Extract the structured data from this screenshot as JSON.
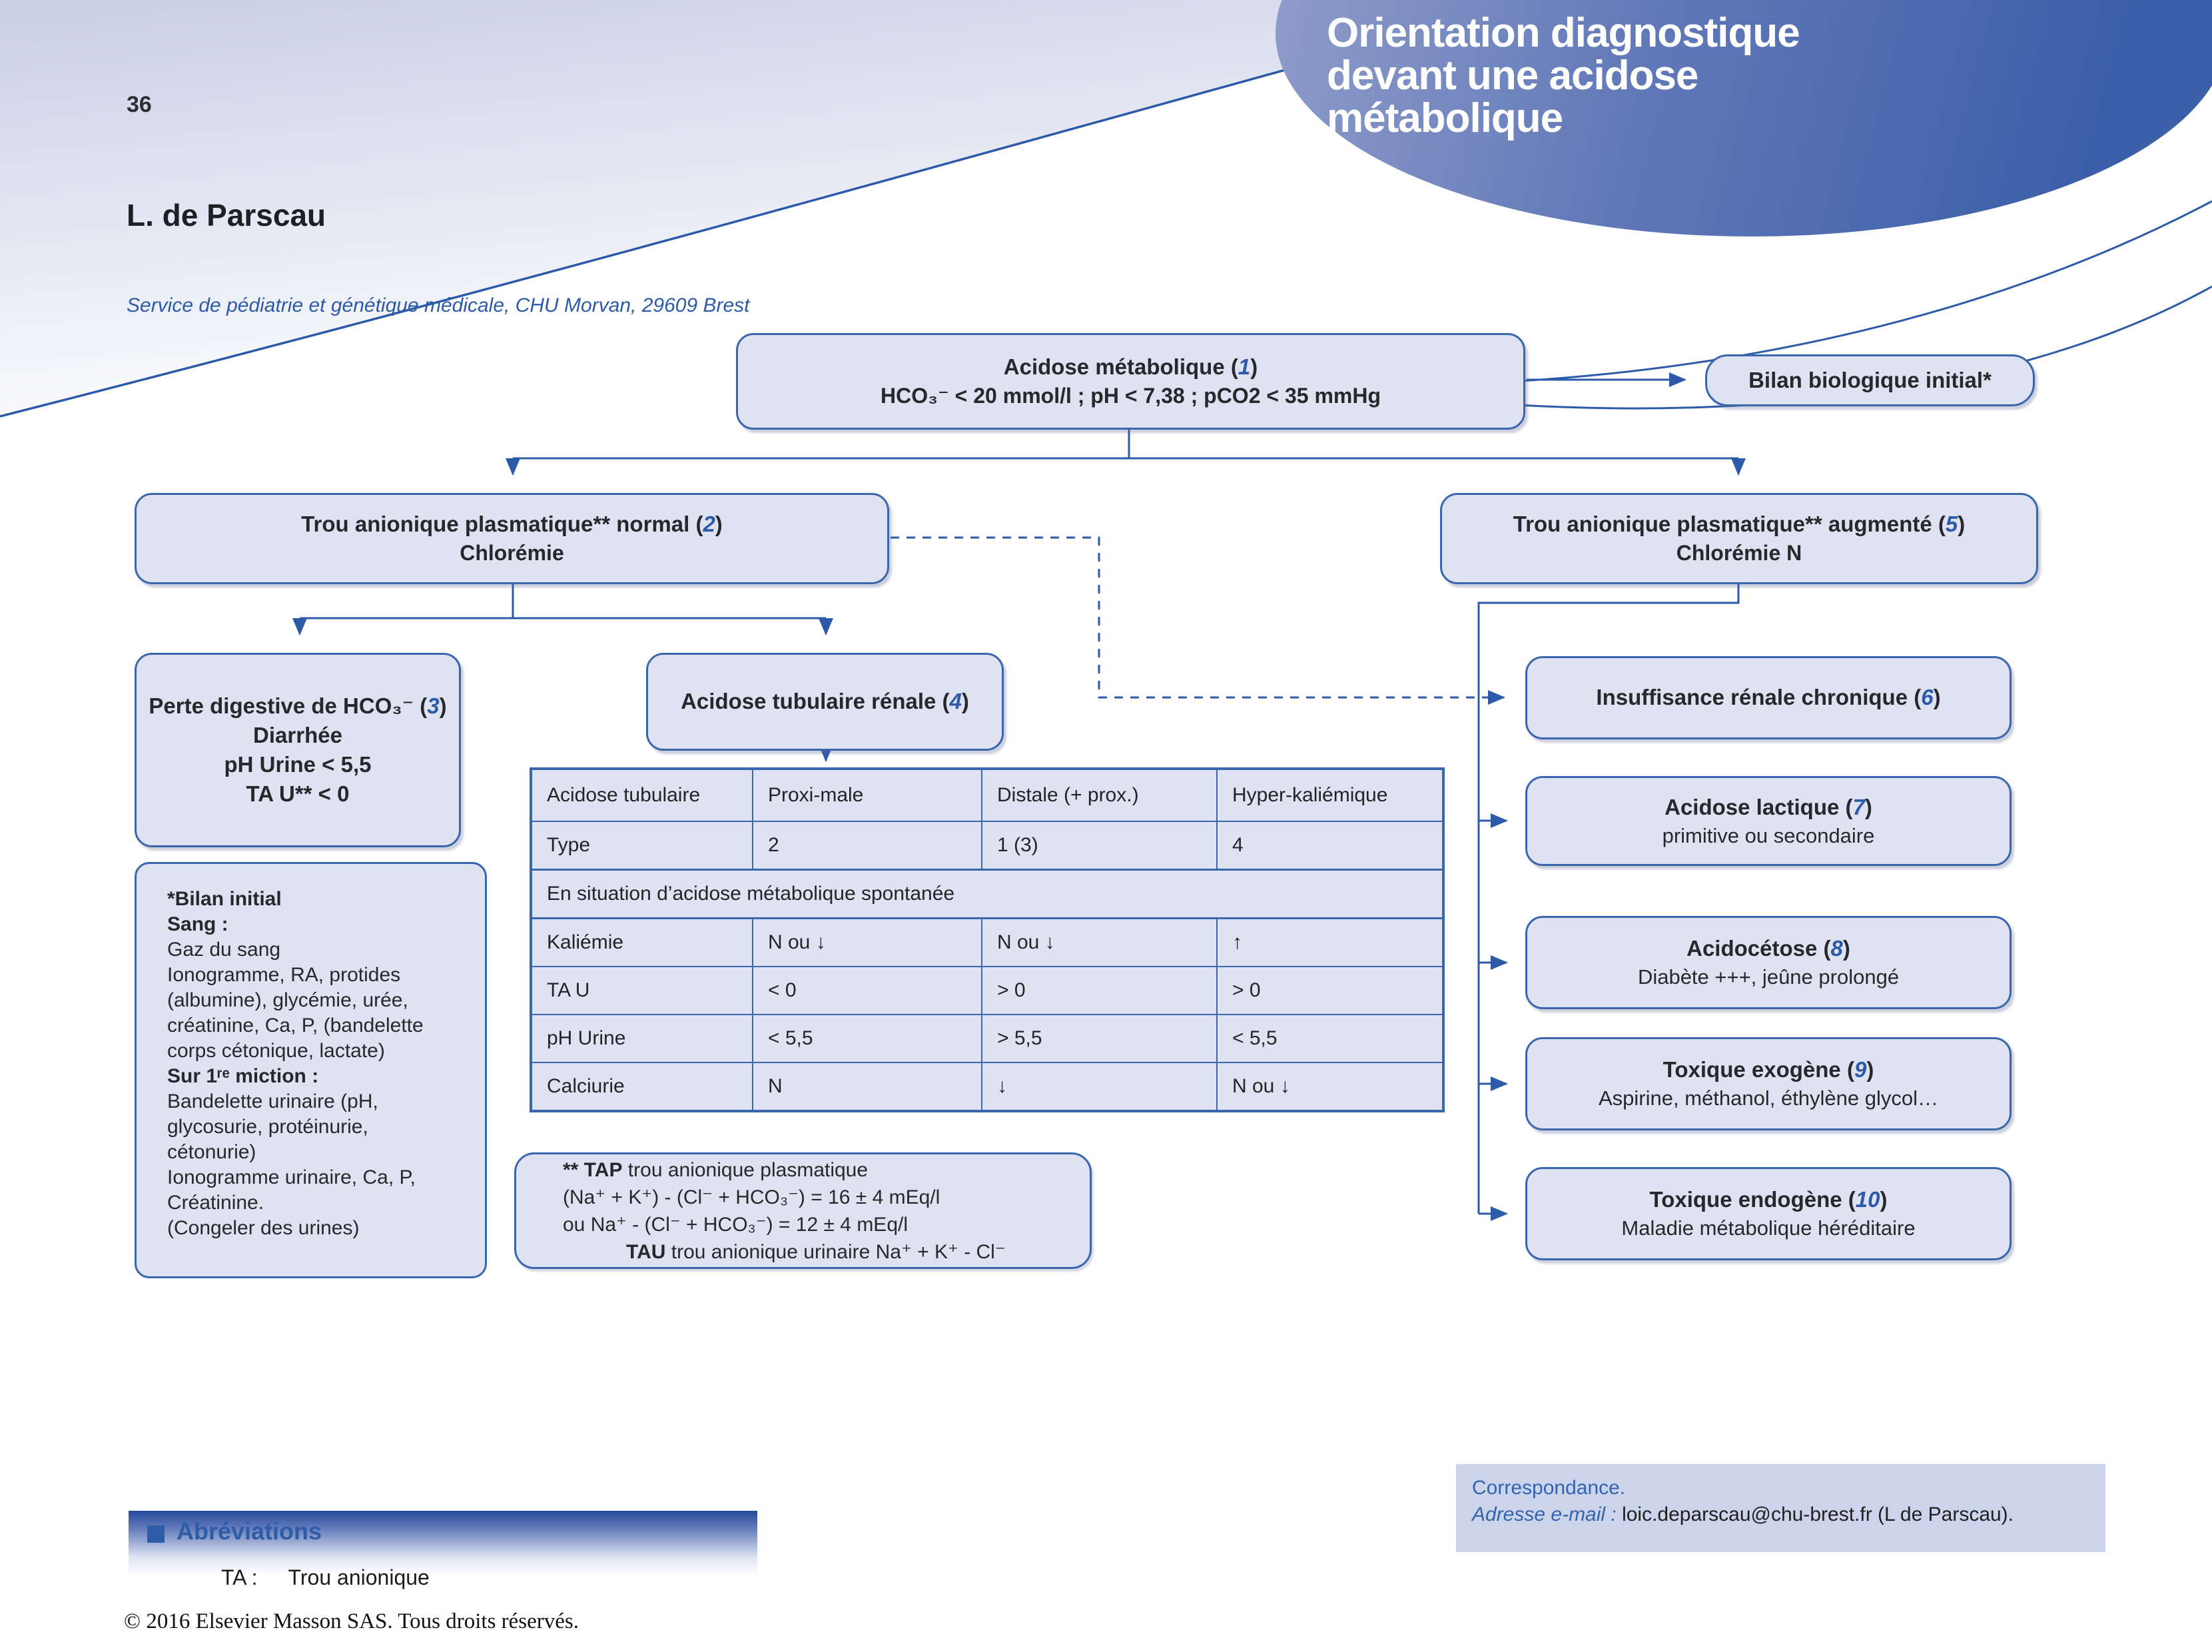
{
  "page": {
    "number": "36",
    "author": "L. de Parscau",
    "affiliation": "Service de pédiatrie et génétique médicale, CHU Morvan, 29609 Brest",
    "title_lines": [
      "Orientation diagnostique",
      "devant une acidose",
      "métabolique"
    ],
    "copyright": "© 2016 Elsevier Masson SAS. Tous droits réservés."
  },
  "colors": {
    "accent_blue": "#2d5aa8",
    "box_fill": "#dfe2f1",
    "box_border": "#3a66ad",
    "banner_gradient_from": "#93a0cc",
    "banner_gradient_to": "#3c5fa9",
    "figure_number": "#2d5aa8"
  },
  "flowchart": {
    "box1": {
      "title": "Acidose métabolique (1)",
      "subtitle": "HCO₃⁻ < 20 mmol/l ; pH < 7,38 ; pCO2 < 35 mmHg"
    },
    "bilan": {
      "title": "Bilan biologique initial*"
    },
    "box2": {
      "title": "Trou anionique plasmatique** normal (2)",
      "subtitle": "Chlorémie"
    },
    "box5": {
      "title": "Trou anionique plasmatique** augmenté (5)",
      "subtitle": "Chlorémie N"
    },
    "box3": {
      "lines": [
        "Perte digestive de HCO₃⁻ (3)",
        "Diarrhée",
        "pH Urine < 5,5",
        "TA U** < 0"
      ]
    },
    "box4": {
      "title": "Acidose tubulaire rénale (4)"
    },
    "box6": {
      "title": "Insuffisance rénale chronique (6)"
    },
    "box7": {
      "title": "Acidose lactique (7)",
      "subtitle": "primitive ou secondaire"
    },
    "box8": {
      "title": "Acidocétose (8)",
      "subtitle": "Diabète +++, jeûne prolongé"
    },
    "box9": {
      "title": "Toxique exogène (9)",
      "subtitle": "Aspirine, méthanol, éthylène glycol…"
    },
    "box10": {
      "title": "Toxique endogène (10)",
      "subtitle": "Maladie métabolique héréditaire"
    }
  },
  "table": {
    "header": [
      "Acidose tubulaire",
      "Proxi-male",
      "Distale (+ prox.)",
      "Hyper-kaliémique"
    ],
    "type_row": [
      "Type",
      "2",
      "1 (3)",
      "4"
    ],
    "merged_row": "En situation d’acidose métabolique spontanée",
    "rows": [
      [
        "Kaliémie",
        "N ou ↓",
        "N ou ↓",
        "↑"
      ],
      [
        "TA U",
        "< 0",
        "> 0",
        "> 0"
      ],
      [
        "pH Urine",
        "< 5,5",
        "> 5,5",
        "< 5,5"
      ],
      [
        "Calciurie",
        "N",
        "↓",
        "N ou ↓"
      ]
    ]
  },
  "bilan_initial": {
    "lines": [
      {
        "t": "*Bilan initial",
        "b": true
      },
      {
        "t": "Sang :",
        "b": true
      },
      {
        "t": "Gaz du sang",
        "b": false
      },
      {
        "t": "Ionogramme, RA, protides",
        "b": false
      },
      {
        "t": "(albumine), glycémie, urée,",
        "b": false
      },
      {
        "t": "créatinine, Ca, P, (bandelette",
        "b": false
      },
      {
        "t": "corps cétonique, lactate)",
        "b": false
      },
      {
        "t": "Sur 1ʳᵉ miction :",
        "b": true
      },
      {
        "t": "Bandelette urinaire (pH,",
        "b": false
      },
      {
        "t": "glycosurie, protéinurie,",
        "b": false
      },
      {
        "t": "cétonurie)",
        "b": false
      },
      {
        "t": "Ionogramme urinaire, Ca, P,",
        "b": false
      },
      {
        "t": "Créatinine.",
        "b": false
      },
      {
        "t": "(Congeler des urines)",
        "b": false
      }
    ]
  },
  "tap": {
    "lines": [
      {
        "b": "** TAP",
        "t": " trou anionique plasmatique",
        "i": false
      },
      {
        "b": "",
        "t": "(Na⁺ + K⁺) - (Cl⁻ + HCO₃⁻) = 16 ± 4 mEq/l",
        "i": false
      },
      {
        "b": "",
        "t": "ou Na⁺ - (Cl⁻ + HCO₃⁻) = 12 ± 4 mEq/l",
        "i": false
      },
      {
        "b": "TAU",
        "t": " trou anionique urinaire Na⁺ + K⁺ - Cl⁻",
        "i": true
      }
    ]
  },
  "abbreviations": {
    "heading": "Abréviations",
    "items": [
      {
        "abbr": "TA :",
        "meaning": "Trou anionique"
      }
    ]
  },
  "correspondence": {
    "line1": "Correspondance.",
    "email_label": "Adresse e-mail : ",
    "email_value": "loic.deparscau@chu-brest.fr (L de Parscau)."
  }
}
